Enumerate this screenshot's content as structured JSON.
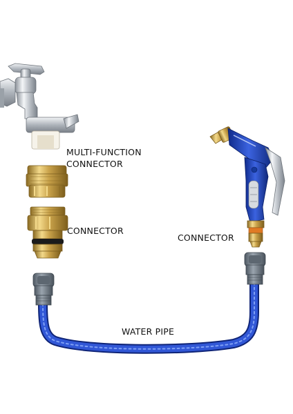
{
  "labels": {
    "multi_function_line1": "MULTI-FUNCTION",
    "multi_function_line2": "CONNECTOR",
    "connector_left": "CONNECTOR",
    "connector_right": "CONNECTOR",
    "water_pipe": "WATER PIPE"
  },
  "colors": {
    "hose_blue": "#2340b8",
    "brass": "#c9a24a",
    "chrome": "#c8ccd2",
    "fitting_gray": "#6f7a86",
    "text": "#111111"
  },
  "parts": [
    "faucet",
    "multi-function-connector",
    "brass-connector",
    "hose-fitting-left",
    "water-pipe",
    "hose-fitting-right",
    "spray-gun",
    "spray-gun-connector"
  ]
}
